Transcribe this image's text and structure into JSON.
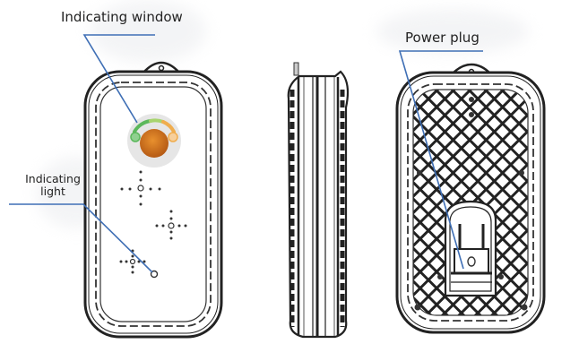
{
  "title": "Device front, side and back view",
  "labels": {
    "indicating_window": "Indicating window",
    "indicating_light_line1": "Indicating",
    "indicating_light_line2": "light",
    "power_plug": "Power plug"
  },
  "colors": {
    "leader_line": "#3f6fb5",
    "outline": "#222222",
    "window_orange": "#d0731f",
    "window_green": "#5cb85c",
    "window_light_green": "#a8d46f",
    "window_amber": "#f0ad4e"
  },
  "views": [
    "front",
    "side",
    "back"
  ]
}
